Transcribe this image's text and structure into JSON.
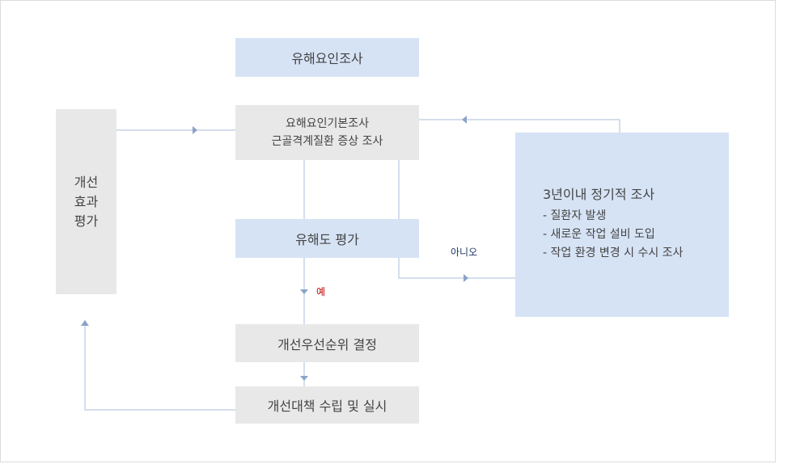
{
  "boxes": {
    "survey": "유해요인조사",
    "basic_line1": "요해요인기본조사",
    "basic_line2": "근골격계질환 증상 조사",
    "evaluation": "유해도 평가",
    "priority": "개선우선순위 결정",
    "implement": "개선대책 수립 및 실시"
  },
  "left_box": {
    "lines": [
      "개선",
      "효과",
      "평가"
    ]
  },
  "periodic": {
    "title": "3년이내 정기적 조사",
    "items": [
      "- 질환자 발생",
      "- 새로운 작업 설비 도입",
      "- 작업 환경 변경 시 수시 조사"
    ]
  },
  "labels": {
    "yes": "예",
    "no": "아니오"
  },
  "colors": {
    "box_blue": "#d6e3f5",
    "box_gray": "#e8e8e8",
    "line": "#a9bddb",
    "arrow": "#8aa3c8",
    "yes": "#c00000",
    "no": "#1f3864"
  }
}
